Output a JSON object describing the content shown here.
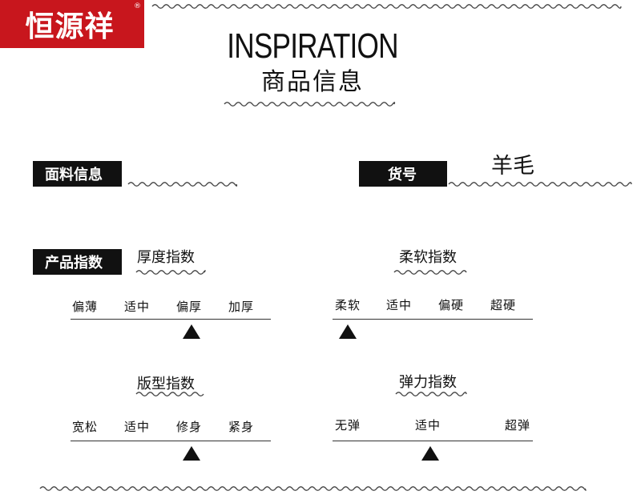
{
  "brand": {
    "logo_text": "恒源祥",
    "registered_mark": "®"
  },
  "header": {
    "title": "INSPIRATION",
    "subtitle": "商品信息"
  },
  "info": {
    "fabric_label": "面料信息",
    "sku_label": "货号",
    "sku_value": "羊毛"
  },
  "indices": {
    "section_label": "产品指数",
    "thickness": {
      "title": "厚度指数",
      "options": [
        "偏薄",
        "适中",
        "偏厚",
        "加厚"
      ],
      "selected_index": 1
    },
    "softness": {
      "title": "柔软指数",
      "options": [
        "柔软",
        "适中",
        "偏硬",
        "超硬"
      ],
      "selected_index": 0
    },
    "fit": {
      "title": "版型指数",
      "options": [
        "宽松",
        "适中",
        "修身",
        "紧身"
      ],
      "selected_index": 1
    },
    "elasticity": {
      "title": "弹力指数",
      "options": [
        "无弹",
        "适中",
        "超弹"
      ],
      "selected_index": 1
    }
  },
  "colors": {
    "logo_bg": "#c8161d",
    "label_bg": "#111111",
    "wave": "#444444"
  }
}
